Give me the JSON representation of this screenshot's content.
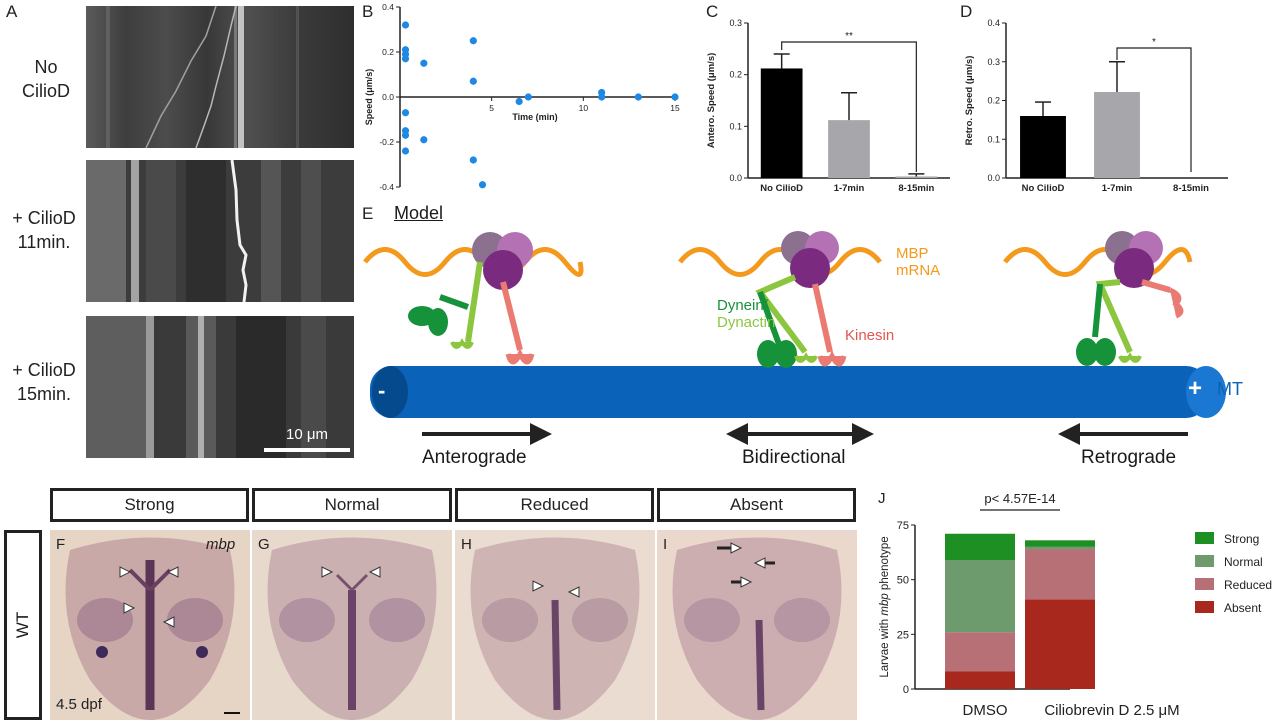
{
  "panel_letters": {
    "A": "A",
    "B": "B",
    "C": "C",
    "D": "D",
    "E": "E",
    "F": "F",
    "G": "G",
    "H": "H",
    "I": "I",
    "J": "J"
  },
  "panelA": {
    "conditions": [
      {
        "line1": "No",
        "line2": "CilioD"
      },
      {
        "line1": "+ CilioD",
        "line2": "11min."
      },
      {
        "line1": "+ CilioD",
        "line2": "15min."
      }
    ],
    "scale_bar": "10 μm"
  },
  "chart_data": [
    {
      "id": "B",
      "type": "scatter",
      "xlabel": "Time (min)",
      "ylabel": "Speed (μm/s)",
      "xlim": [
        0,
        15
      ],
      "ylim": [
        -0.4,
        0.4
      ],
      "x_ticks": [
        "5",
        "10",
        "15"
      ],
      "y_ticks": [
        "0.4",
        "0.2",
        "0.0",
        "-0.2",
        "-0.4"
      ],
      "points": [
        {
          "x": 0.3,
          "y": 0.32
        },
        {
          "x": 0.3,
          "y": 0.21
        },
        {
          "x": 0.3,
          "y": 0.19
        },
        {
          "x": 0.3,
          "y": 0.17
        },
        {
          "x": 1.3,
          "y": 0.15
        },
        {
          "x": 0.3,
          "y": -0.07
        },
        {
          "x": 0.3,
          "y": -0.15
        },
        {
          "x": 0.3,
          "y": -0.17
        },
        {
          "x": 0.3,
          "y": -0.24
        },
        {
          "x": 1.3,
          "y": -0.19
        },
        {
          "x": 4.0,
          "y": 0.25
        },
        {
          "x": 4.0,
          "y": 0.07
        },
        {
          "x": 4.0,
          "y": -0.28
        },
        {
          "x": 4.5,
          "y": -0.39
        },
        {
          "x": 6.5,
          "y": -0.02
        },
        {
          "x": 7.0,
          "y": 0.0
        },
        {
          "x": 11.0,
          "y": 0.02
        },
        {
          "x": 11.0,
          "y": 0.0
        },
        {
          "x": 13.0,
          "y": 0.0
        },
        {
          "x": 15.0,
          "y": 0.0
        }
      ],
      "color": "#1e88e5"
    },
    {
      "id": "C",
      "type": "bar",
      "categories": [
        "No CilioD",
        "1-7min",
        "8-15min"
      ],
      "values": [
        0.212,
        0.112,
        0.003
      ],
      "errors": [
        0.028,
        0.053,
        0.005
      ],
      "colors": [
        "#000000",
        "#a7a7ab",
        "#a7a7ab"
      ],
      "ylabel": "Antero. Speed (μm/s)",
      "ylim": [
        0,
        0.3
      ],
      "y_ticks": [
        "0.0",
        "0.1",
        "0.2",
        "0.3"
      ],
      "significance": {
        "from": 0,
        "to": 2,
        "label": "**"
      }
    },
    {
      "id": "D",
      "type": "bar",
      "categories": [
        "No CilioD",
        "1-7min",
        "8-15min"
      ],
      "values": [
        0.16,
        0.222,
        0.0
      ],
      "errors": [
        0.036,
        0.078,
        0.0
      ],
      "colors": [
        "#000000",
        "#a7a7ab",
        "#a7a7ab"
      ],
      "ylabel": "Retro. Speed (μm/s)",
      "ylim": [
        0,
        0.4
      ],
      "y_ticks": [
        "0.0",
        "0.1",
        "0.2",
        "0.3",
        "0.4"
      ],
      "significance": {
        "from": 1,
        "to": 2,
        "label": "*"
      }
    },
    {
      "id": "J",
      "type": "bar",
      "stacked": true,
      "categories": [
        "DMSO",
        "Ciliobrevin D 2.5 μM"
      ],
      "series": [
        {
          "name": "Absent",
          "values": [
            8,
            41
          ],
          "color": "#a8281e"
        },
        {
          "name": "Reduced",
          "values": [
            18,
            23
          ],
          "color": "#b77076"
        },
        {
          "name": "Normal",
          "values": [
            33,
            1
          ],
          "color": "#6d9b6d"
        },
        {
          "name": "Strong",
          "values": [
            12,
            3
          ],
          "color": "#1d8f23"
        }
      ],
      "ylabel_prefix": "Larvae with ",
      "ylabel_italic": "mbp",
      "ylabel_suffix": " phenotype",
      "ylim": [
        0,
        75
      ],
      "y_ticks": [
        "0",
        "25",
        "50",
        "75"
      ],
      "significance": {
        "label": "p< 4.57E-14"
      },
      "legend_order": [
        "Strong",
        "Normal",
        "Reduced",
        "Absent"
      ],
      "legend_position": "right"
    }
  ],
  "panelE": {
    "title": "Model",
    "mbp_label_line1": "MBP",
    "mbp_label_line2": "mRNA",
    "dynein_line1": "Dynein/",
    "dynein_line2": "Dynactin",
    "kinesin": "Kinesin",
    "minus": "-",
    "plus": "+",
    "mt": "MT",
    "directions": [
      "Anterograde",
      "Bidirectional",
      "Retrograde"
    ],
    "colors": {
      "microtubule": "#0a63b8",
      "mrna": "#f39a1e",
      "kinesin": "#ea7b72",
      "dynein_dark": "#16923a",
      "dynein_light": "#8cc63f"
    }
  },
  "phenotypes": {
    "categories": [
      "Strong",
      "Normal",
      "Reduced",
      "Absent"
    ],
    "row_label": "WT",
    "gene": "mbp",
    "stage": "4.5 dpf"
  }
}
